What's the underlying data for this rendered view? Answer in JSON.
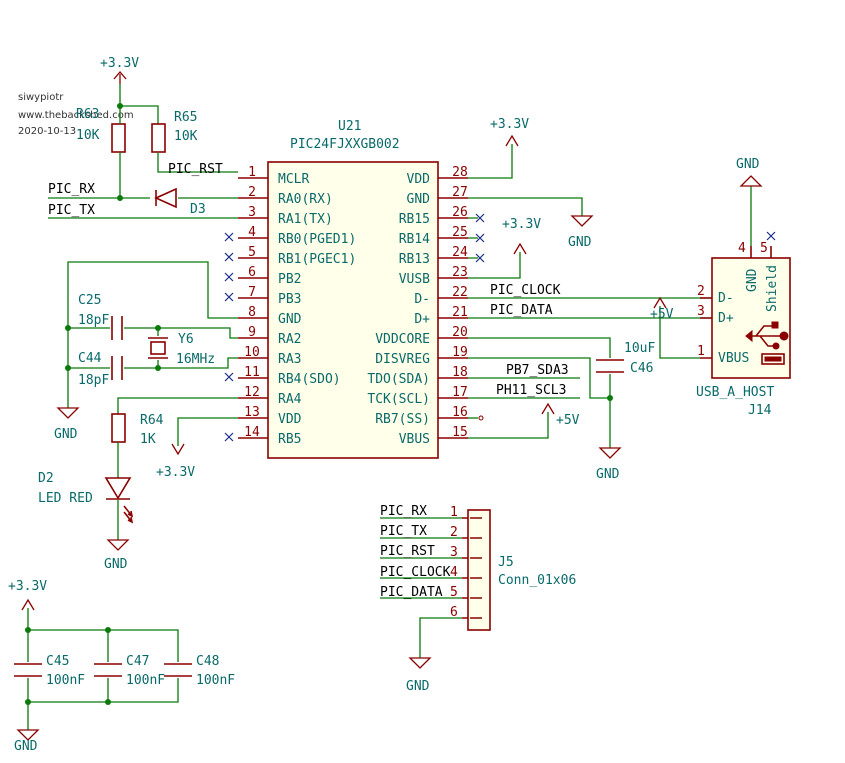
{
  "credits": {
    "author": "siwypiotr",
    "site": "www.thebackshed.com",
    "date": "2020-10-13"
  },
  "u21": {
    "ref": "U21",
    "value": "PIC24FJXXGB002",
    "left_pins": [
      {
        "num": "1",
        "name": "MCLR"
      },
      {
        "num": "2",
        "name": "RA0(RX)"
      },
      {
        "num": "3",
        "name": "RA1(TX)"
      },
      {
        "num": "4",
        "name": "RB0(PGED1)"
      },
      {
        "num": "5",
        "name": "RB1(PGEC1)"
      },
      {
        "num": "6",
        "name": "PB2"
      },
      {
        "num": "7",
        "name": "PB3"
      },
      {
        "num": "8",
        "name": "GND"
      },
      {
        "num": "9",
        "name": "RA2"
      },
      {
        "num": "10",
        "name": "RA3"
      },
      {
        "num": "11",
        "name": "RB4(SDO)"
      },
      {
        "num": "12",
        "name": "RA4"
      },
      {
        "num": "13",
        "name": "VDD"
      },
      {
        "num": "14",
        "name": "RB5"
      }
    ],
    "right_pins": [
      {
        "num": "28",
        "name": "VDD"
      },
      {
        "num": "27",
        "name": "GND"
      },
      {
        "num": "26",
        "name": "RB15"
      },
      {
        "num": "25",
        "name": "RB14"
      },
      {
        "num": "24",
        "name": "RB13"
      },
      {
        "num": "23",
        "name": "VUSB"
      },
      {
        "num": "22",
        "name": "D-"
      },
      {
        "num": "21",
        "name": "D+"
      },
      {
        "num": "20",
        "name": "VDDCORE"
      },
      {
        "num": "19",
        "name": "DISVREG"
      },
      {
        "num": "18",
        "name": "TDO(SDA)"
      },
      {
        "num": "17",
        "name": "TCK(SCL)"
      },
      {
        "num": "16",
        "name": "RB7(SS)"
      },
      {
        "num": "15",
        "name": "VBUS"
      }
    ]
  },
  "nets": {
    "pic_rst": "PIC_RST",
    "pic_rx": "PIC_RX",
    "pic_tx": "PIC_TX",
    "pic_clock": "PIC_CLOCK",
    "pic_data": "PIC_DATA",
    "sda": "PB7_SDA3",
    "scl": "PH11_SCL3"
  },
  "power": {
    "v33": "+3.3V",
    "v5": "+5V",
    "gnd": "GND"
  },
  "parts": {
    "r65": {
      "ref": "R65",
      "value": "10K"
    },
    "r63": {
      "ref": "R63",
      "value": "10K"
    },
    "d3": {
      "ref": "D3"
    },
    "c25": {
      "ref": "C25",
      "value": "18pF"
    },
    "c44": {
      "ref": "C44",
      "value": "18pF"
    },
    "y6": {
      "ref": "Y6",
      "value": "16MHz"
    },
    "r64": {
      "ref": "R64",
      "value": "1K"
    },
    "d2": {
      "ref": "D2",
      "value": "LED RED"
    },
    "c46": {
      "ref": "C46",
      "value": "10uF"
    },
    "c45": {
      "ref": "C45",
      "value": "100nF"
    },
    "c47": {
      "ref": "C47",
      "value": "100nF"
    },
    "c48": {
      "ref": "C48",
      "value": "100nF"
    }
  },
  "j14": {
    "ref": "J14",
    "value": "USB_A_HOST",
    "pin_labels": [
      "D-",
      "D+",
      "VBUS",
      "GND",
      "Shield"
    ],
    "pin_nums": [
      "2",
      "3",
      "1",
      "4",
      "5"
    ]
  },
  "j5": {
    "ref": "J5",
    "value": "Conn_01x06",
    "pins": [
      "1",
      "2",
      "3",
      "4",
      "5",
      "6"
    ]
  }
}
